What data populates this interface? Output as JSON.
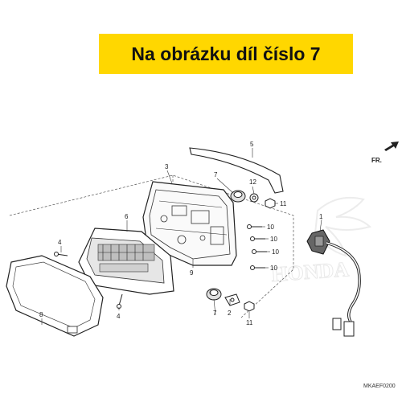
{
  "banner": {
    "text": "Na obrázku díl číslo 7",
    "color": "#ffd700"
  },
  "watermark": {
    "text": "HONDA"
  },
  "direction_label": "FR.",
  "diagram_code": "MKAEF0200",
  "callouts": {
    "c1": "1",
    "c2": "2",
    "c3": "3",
    "c4a": "4",
    "c4b": "4",
    "c5": "5",
    "c6": "6",
    "c7a": "7",
    "c7b": "7",
    "c8": "8",
    "c9": "9",
    "c10a": "10",
    "c10b": "10",
    "c10c": "10",
    "c10d": "10",
    "c11a": "11",
    "c11b": "11",
    "c12": "12"
  }
}
